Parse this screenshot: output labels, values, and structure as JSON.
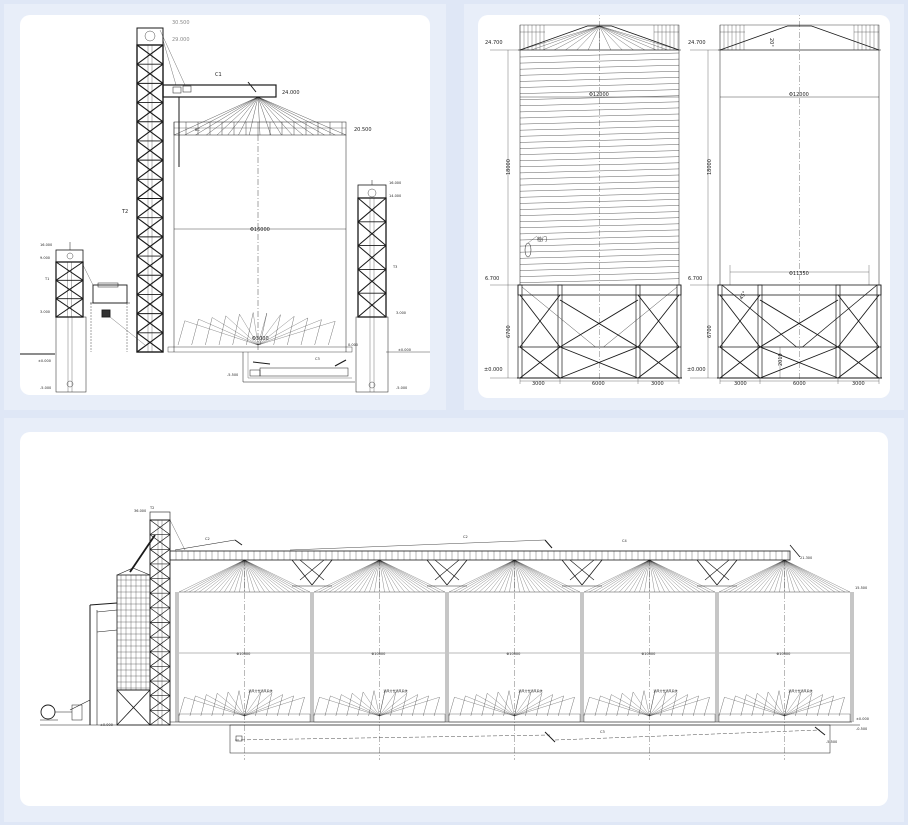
{
  "panels": {
    "side_elevation": {
      "elevations": {
        "top": "30.500",
        "head": "29.000",
        "conveyor": "24.000",
        "roof": "20.500",
        "t3_top": "16.000",
        "t3_head": "14.000",
        "t3_base": "3.000",
        "t3_ground": "±0.000",
        "t3_pit": "-5.000",
        "t1_top": "16.000",
        "t1_head": "9.000",
        "t1_base": "3.000",
        "t1_ground": "±0.000",
        "t1_pit": "-5.000",
        "tunnel": "-5.500",
        "silo_floor": "0.000"
      },
      "labels": {
        "conveyor_top": "C1",
        "conveyor_bottom": "C3",
        "tower_main": "T2",
        "tower_left": "T1",
        "tower_right": "T3",
        "roof_tag": "BC"
      },
      "dimensions": {
        "silo_diameter": "Φ16000",
        "hopper_diameter": "Φ3000"
      }
    },
    "silo_elevations": {
      "elevations": {
        "top_left": "24.700",
        "top_right": "24.700",
        "mid_left": "6.700",
        "mid_right": "6.700",
        "ground_left": "±0.000",
        "ground_right": "±0.000"
      },
      "dimensions": {
        "body_height_left": "18000",
        "body_height_right": "18000",
        "base_height_left": "6700",
        "base_height_right": "6700",
        "diameter_left": "Φ12000",
        "diameter_right": "Φ12000",
        "hopper_diameter": "Φ11350",
        "roof_angle": "20°",
        "hopper_angle": "45°",
        "hopper_depth": "2019",
        "spans_left": [
          "3000",
          "6000",
          "3000"
        ],
        "spans_right": [
          "3000",
          "6000",
          "3000"
        ]
      },
      "labels": {
        "door": "检门"
      }
    },
    "plant_elevation": {
      "elevations": {
        "tower_top": "36.000",
        "gallery": "21.300",
        "eave": "15.500",
        "ground_left": "±0.000",
        "ground_right": "±0.000",
        "floor": "-0.500",
        "tunnel": "-5.500"
      },
      "labels": {
        "tower": "T2",
        "conveyor_c2": "C2",
        "conveyor_c1": "C2",
        "conveyor_c4": "C4",
        "tunnel_conveyor": "C3"
      },
      "silo_diameters": [
        "Φ10000",
        "Φ10000",
        "Φ10000",
        "Φ10000",
        "Φ10000"
      ],
      "ventilation_notes": [
        "通风分仓通风系统",
        "通风分仓通风系统",
        "通风分仓通风系统",
        "通风分仓通风系统",
        "通风分仓通风系统"
      ]
    }
  },
  "colors": {
    "background": "#dfe7f6",
    "card": "#ffffff",
    "line": "#1a1a1a"
  }
}
